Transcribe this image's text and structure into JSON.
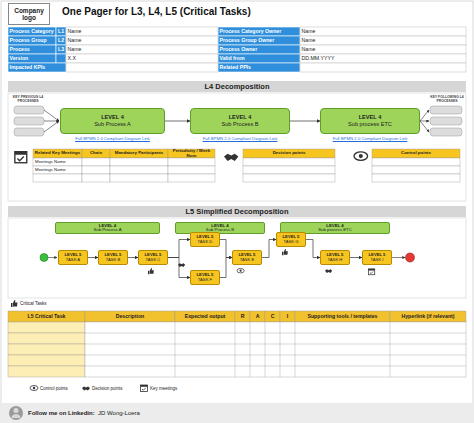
{
  "diagram": {
    "title": "One Pager for L3, L4, L5 (Critical Tasks)",
    "nodes": [
      {
        "text": [
          "Company logo"
        ]
      },
      {
        "text": [
          "L4 Decomposition"
        ]
      },
      {
        "text": [
          "LEVEL 4",
          "Sub Process A"
        ]
      },
      {
        "text": [
          "LEVEL 4",
          "Sub Process B"
        ]
      },
      {
        "text": [
          "LEVEL 4",
          "Sub process ETC"
        ]
      },
      {
        "text": [
          "L5 Simplified Decomposition"
        ]
      },
      {
        "text": [
          "LEVEL 4",
          "Sub Process A"
        ]
      },
      {
        "text": [
          "LEVEL 4",
          "Sub Process B"
        ]
      },
      {
        "text": [
          "LEVEL 4",
          "Sub process ETC"
        ]
      },
      {
        "text": [
          "LEVEL 5",
          "TASK A"
        ]
      },
      {
        "text": [
          "LEVEL 5",
          "TASK B"
        ]
      },
      {
        "text": [
          "LEVEL 5",
          "TASK C"
        ]
      },
      {
        "text": [
          "LEVEL 5",
          "TASK D"
        ]
      },
      {
        "text": [
          "LEVEL 5",
          "TASK E"
        ]
      },
      {
        "text": [
          "LEVEL 5",
          "TASK F"
        ]
      },
      {
        "text": [
          "LEVEL 5",
          "TASK G"
        ]
      },
      {
        "text": [
          "LEVEL 5",
          "TASK H"
        ]
      },
      {
        "text": [
          "LEVEL 5",
          "TASK I"
        ]
      }
    ],
    "edges": [
      {
        "from": 2,
        "to": 3,
        "arrow": "to"
      },
      {
        "from": 3,
        "to": 4,
        "arrow": "to"
      },
      {
        "from": 9,
        "to": 10,
        "arrow": "to"
      },
      {
        "from": 10,
        "to": 11,
        "arrow": "to"
      },
      {
        "from": 11,
        "to": 12,
        "arrow": "to"
      },
      {
        "from": 11,
        "to": 14,
        "arrow": "to"
      },
      {
        "from": 12,
        "to": 13,
        "arrow": "to"
      },
      {
        "from": 14,
        "to": 13,
        "arrow": "to"
      },
      {
        "from": 13,
        "to": 15,
        "arrow": "to"
      },
      {
        "from": 15,
        "to": 16,
        "arrow": "to"
      },
      {
        "from": 16,
        "to": 17,
        "arrow": "to"
      }
    ],
    "labels": [
      "Process Category",
      "L1",
      "Name",
      "Process Group",
      "L2",
      "Name",
      "Process",
      "L3",
      "Name",
      "Version",
      "X.X",
      "Impacted KPIs",
      "Process Category  Owner",
      "Name",
      "Process Group Owner",
      "Name",
      "Process Owner",
      "Name",
      "Valid from",
      "DD.MM.YYYY",
      "Related PPIs",
      "KEY PREVIOUS L4 PROCESSES",
      "KEY FOLLOWING L4 PROCESSES",
      "Full BPMN 2.0 Compliant Diagram Link",
      "Full BPMN 2.0 Compliant Diagram Link",
      "Full BPMN 2.0 Compliant Diagram Link",
      "Related Key Meetings",
      "Chain",
      "Mandatory Participants",
      "Periodicity / Week Num",
      "Meetings Name",
      "Meetings Name",
      "Decision points",
      "Control points",
      "L5 Critical Task",
      "Description",
      "Expected output",
      "R",
      "A",
      "C",
      "I",
      "Supporting tools / templates",
      "Hyperlink (if relevant)",
      "Follow me on Linkedin:",
      "JD Wong-Loera"
    ],
    "legend": [
      {
        "text": "Critical Tasks"
      },
      {
        "text": "Control points"
      },
      {
        "text": "Decision points"
      },
      {
        "text": "Key meetings"
      }
    ]
  }
}
